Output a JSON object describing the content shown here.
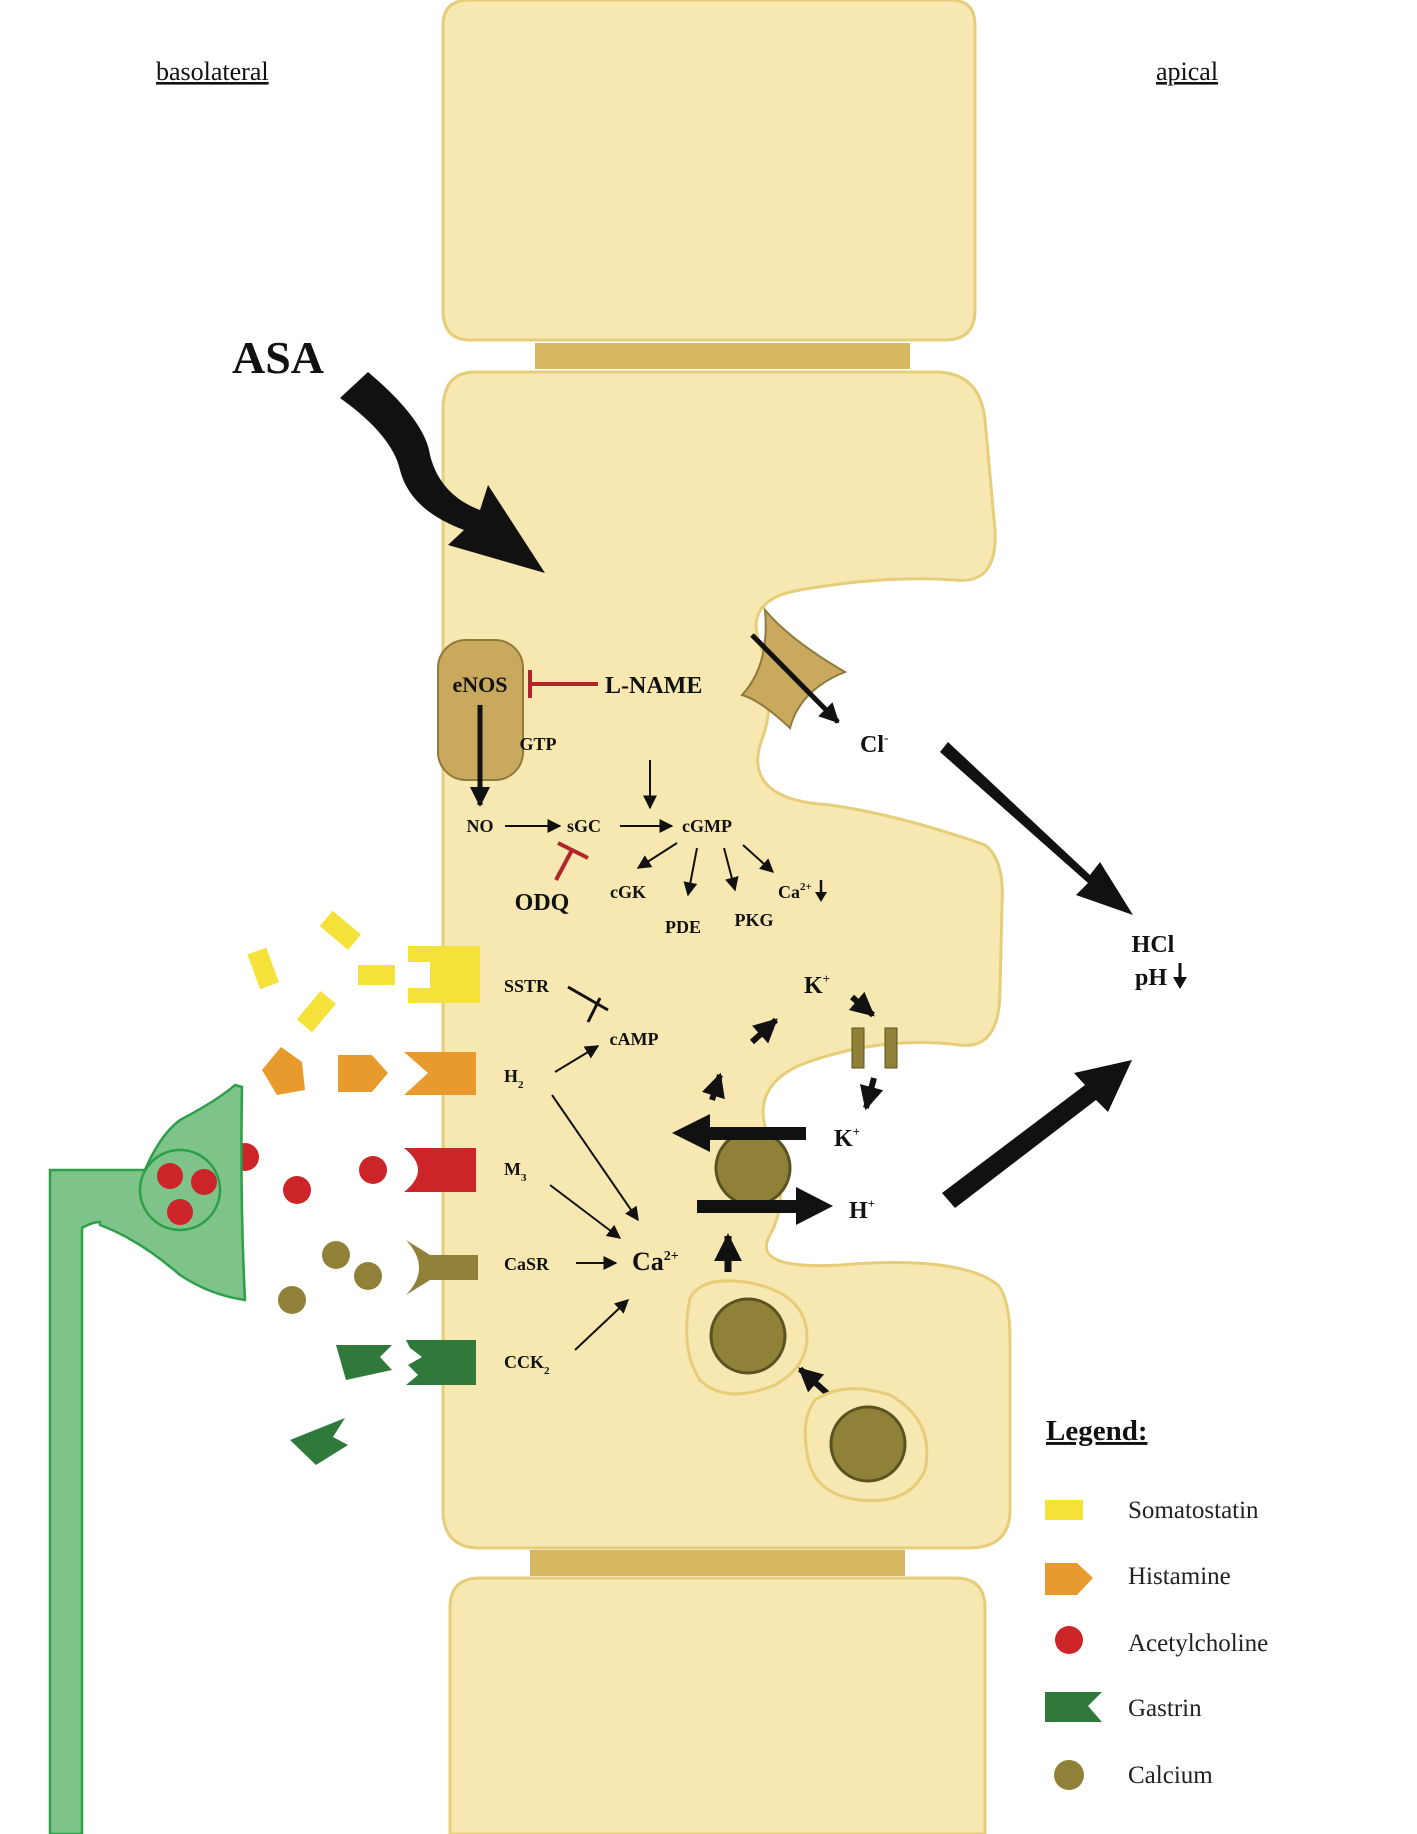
{
  "sides": {
    "left": "basolateral",
    "right": "apical"
  },
  "drug": "ASA",
  "enzyme": "eNOS",
  "inhibitors": {
    "l_name": "L-NAME",
    "odq": "ODQ"
  },
  "pathway": {
    "gtp": "GTP",
    "no": "NO",
    "sgc": "sGC",
    "cgmp": "cGMP",
    "cgk": "cGK",
    "pde": "PDE",
    "pkg": "PKG",
    "ca_down": "Ca",
    "camp": "cAMP"
  },
  "receptors": {
    "sstr": "SSTR",
    "h2": "H",
    "m3": "M",
    "casr": "CaSR",
    "cck2": "CCK"
  },
  "subscripts": {
    "h2": "2",
    "m3": "3",
    "cck2": "2"
  },
  "ions": {
    "ca": "Ca",
    "ca_sup": "2+",
    "k": "K",
    "k_sup": "+",
    "h": "H",
    "h_sup": "+",
    "cl": "Cl",
    "cl_sup": "-"
  },
  "output": {
    "hcl": "HCl",
    "ph": "pH"
  },
  "legend": {
    "title": "Legend:",
    "items": [
      "Somatostatin",
      "Histamine",
      "Acetylcholine",
      "Gastrin",
      "Calcium"
    ]
  },
  "colors": {
    "cell": "#f7e8b1",
    "cell_border": "#e6cd7a",
    "junction": "#d7b75f",
    "somatostatin": "#f4e23a",
    "histamine": "#e89b2c",
    "acetylcholine": "#cc2428",
    "gastrin": "#2f7a3a",
    "calcium": "#8f8138",
    "neuron": "#7ec38a",
    "inhibit": "#b0242a"
  }
}
